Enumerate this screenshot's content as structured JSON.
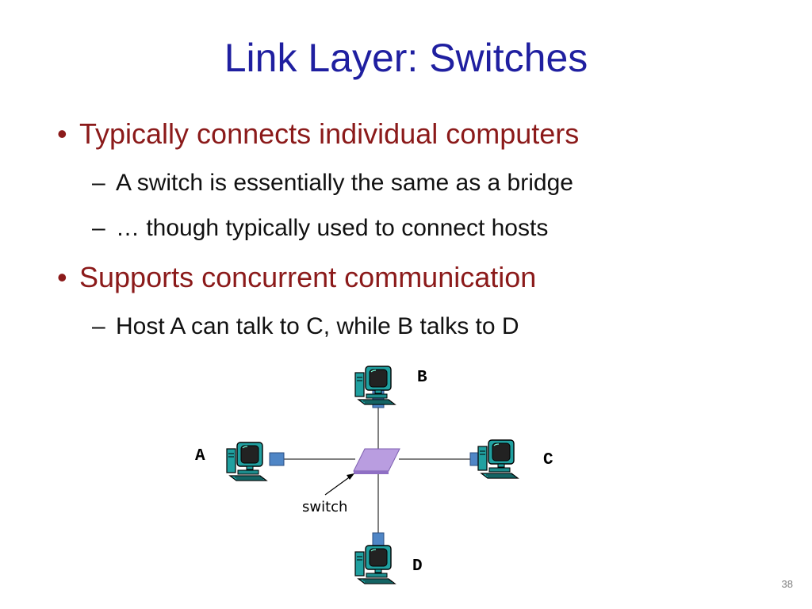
{
  "slide": {
    "title": "Link Layer: Switches",
    "bullets": [
      {
        "text": "Typically connects individual computers",
        "sub": [
          "A switch is essentially the same as a bridge",
          "… though typically used to connect hosts"
        ]
      },
      {
        "text": "Supports concurrent communication",
        "sub": [
          "Host A can talk to C, while B talks to D"
        ]
      }
    ],
    "bullet_glyph": "•",
    "dash_glyph": "–",
    "page_number": "38"
  },
  "diagram": {
    "hosts": {
      "a": "A",
      "b": "B",
      "c": "C",
      "d": "D"
    },
    "switch_label": "switch",
    "colors": {
      "switch": "#b99de0",
      "monitor": "#20a0a0",
      "screen": "#222222",
      "port": "#4f86c6"
    }
  },
  "colors": {
    "title": "#1f1fa0",
    "level1": "#8b1a1a",
    "level2": "#111111"
  }
}
